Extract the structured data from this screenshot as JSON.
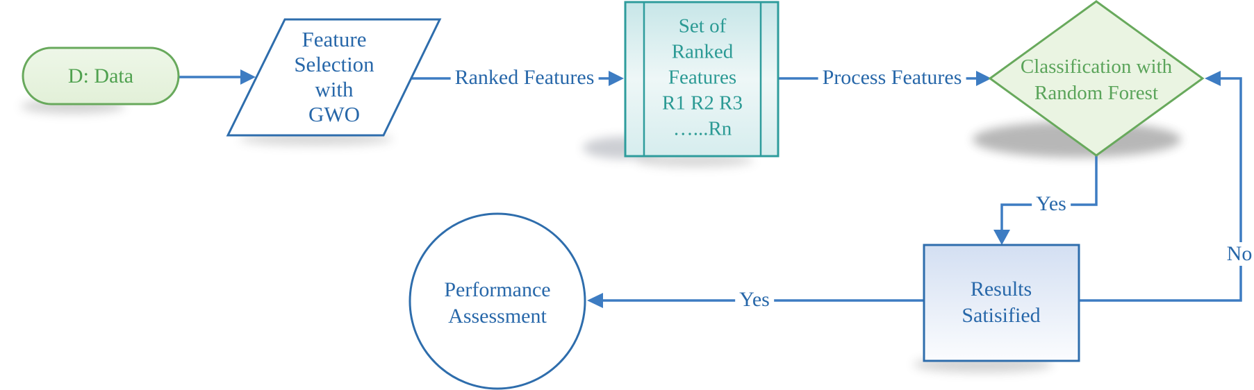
{
  "palette": {
    "connector_blue": "#3d7cc2",
    "border_blue": "#2e6dac",
    "text_blue": "#2767a9",
    "border_green": "#68a95c",
    "text_green": "#4fa14f",
    "fill_green": "#e9f4e1",
    "border_teal": "#2e9c9c",
    "text_teal": "#2b9a94",
    "fill_teal_top": "#c7e6e8",
    "fill_rect_top": "#d4dff2"
  },
  "nodes": {
    "data": {
      "label": "D: Data"
    },
    "feature_selection": {
      "lines": [
        "Feature",
        "Selection",
        "with",
        "GWO"
      ]
    },
    "ranked_set": {
      "lines": [
        "Set of",
        "Ranked",
        "Features",
        "R1 R2 R3",
        "…...Rn"
      ]
    },
    "classification": {
      "lines": [
        "Classification with",
        "Random Forest"
      ]
    },
    "results": {
      "lines": [
        "Results",
        "Satisified"
      ]
    },
    "performance": {
      "lines": [
        "Performance",
        "Assessment"
      ]
    }
  },
  "edge_labels": {
    "ranked_features": "Ranked Features",
    "process_features": "Process Features",
    "yes_to_results": "Yes",
    "no_loop": "No",
    "yes_to_performance": "Yes"
  }
}
